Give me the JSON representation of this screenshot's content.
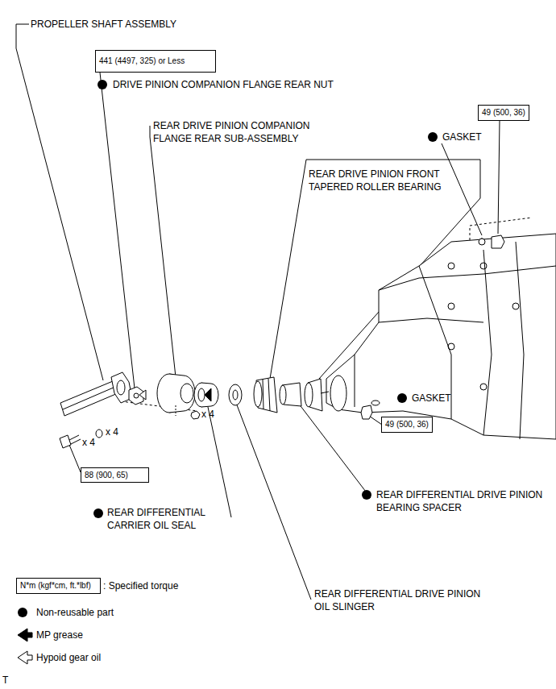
{
  "diagram": {
    "nodes": [
      {
        "text": [
          "441 (4497, 325) or Less"
        ]
      },
      {
        "text": [
          "49 (500, 36)"
        ]
      },
      {
        "text": [
          "49 (500, 36)"
        ]
      },
      {
        "text": [
          "88 (900, 65)"
        ]
      },
      {
        "text": [
          "N*m (kgf*cm, ft.*lbf)"
        ]
      }
    ],
    "labels": [
      "PROPELLER SHAFT ASSEMBLY",
      "DRIVE PINION COMPANION FLANGE REAR NUT",
      "REAR DRIVE PINION COMPANION FLANGE REAR SUB-ASSEMBLY",
      "GASKET",
      "REAR DRIVE PINION FRONT TAPERED ROLLER BEARING",
      "GASKET",
      "x 4",
      "x 4",
      "x 4",
      "REAR DIFFERENTIAL CARRIER OIL SEAL",
      "REAR DIFFERENTIAL DRIVE PINION BEARING SPACER",
      "REAR DIFFERENTIAL DRIVE PINION OIL SLINGER",
      "T"
    ],
    "legend": [
      {
        "text": ": Specified torque"
      },
      {
        "text": "Non-reusable part"
      },
      {
        "text": "MP grease"
      },
      {
        "text": "Hypoid gear oil"
      }
    ]
  }
}
